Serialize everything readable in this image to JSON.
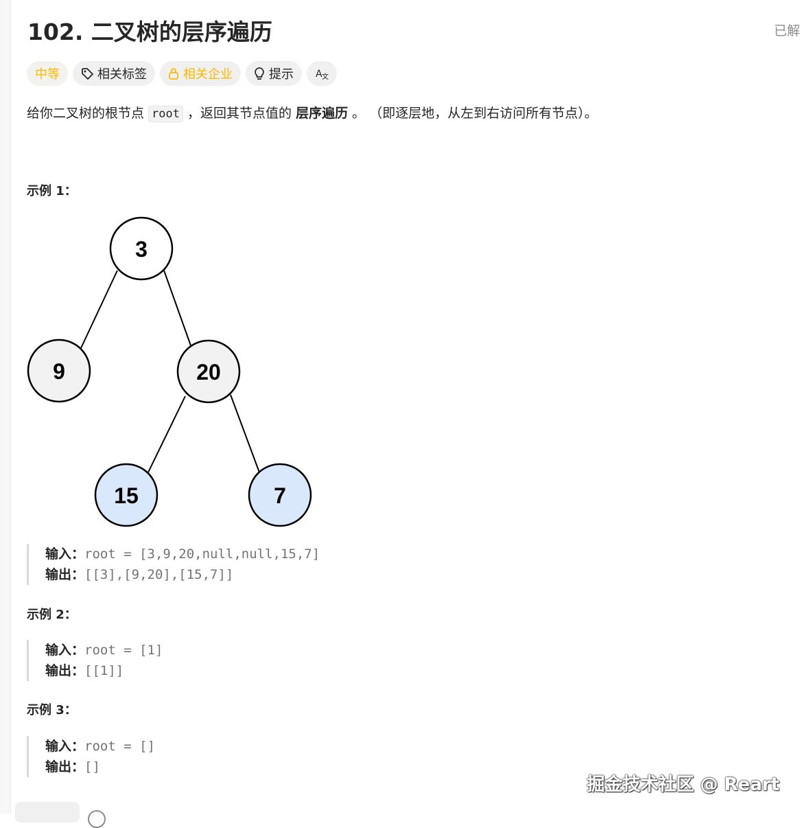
{
  "problem": {
    "title": "102. 二叉树的层序遍历",
    "status": "已解"
  },
  "tags": [
    {
      "label": "中等",
      "icon": ""
    },
    {
      "label": "相关标签",
      "icon": "tag-icon"
    },
    {
      "label": "相关企业",
      "icon": "lock-icon"
    },
    {
      "label": "提示",
      "icon": "lightbulb-icon"
    },
    {
      "label": "",
      "icon": "translate-icon"
    }
  ],
  "description": {
    "pre": "给你二叉树的根节点 ",
    "code": "root",
    "mid": " ，返回其节点值的 ",
    "bold": "层序遍历",
    "post": " 。 （即逐层地，从左到右访问所有节点）。"
  },
  "examples": [
    {
      "title": "示例 1：",
      "input_label": "输入：",
      "input": "root = [3,9,20,null,null,15,7]",
      "output_label": "输出：",
      "output": "[[3],[9,20],[15,7]]"
    },
    {
      "title": "示例 2：",
      "input_label": "输入：",
      "input": "root = [1]",
      "output_label": "输出：",
      "output": "[[1]]"
    },
    {
      "title": "示例 3：",
      "input_label": "输入：",
      "input": "root = []",
      "output_label": "输出：",
      "output": "[]"
    }
  ],
  "tree": {
    "nodes": [
      "3",
      "9",
      "20",
      "15",
      "7"
    ],
    "colors": {
      "gray": "#f2f2f2",
      "blue": "#dae8fc",
      "stroke": "#000000"
    }
  },
  "watermark": "掘金技术社区 @ Reart",
  "colors": {
    "medium": "#ffb800",
    "text": "#262626",
    "muted": "#737373"
  }
}
